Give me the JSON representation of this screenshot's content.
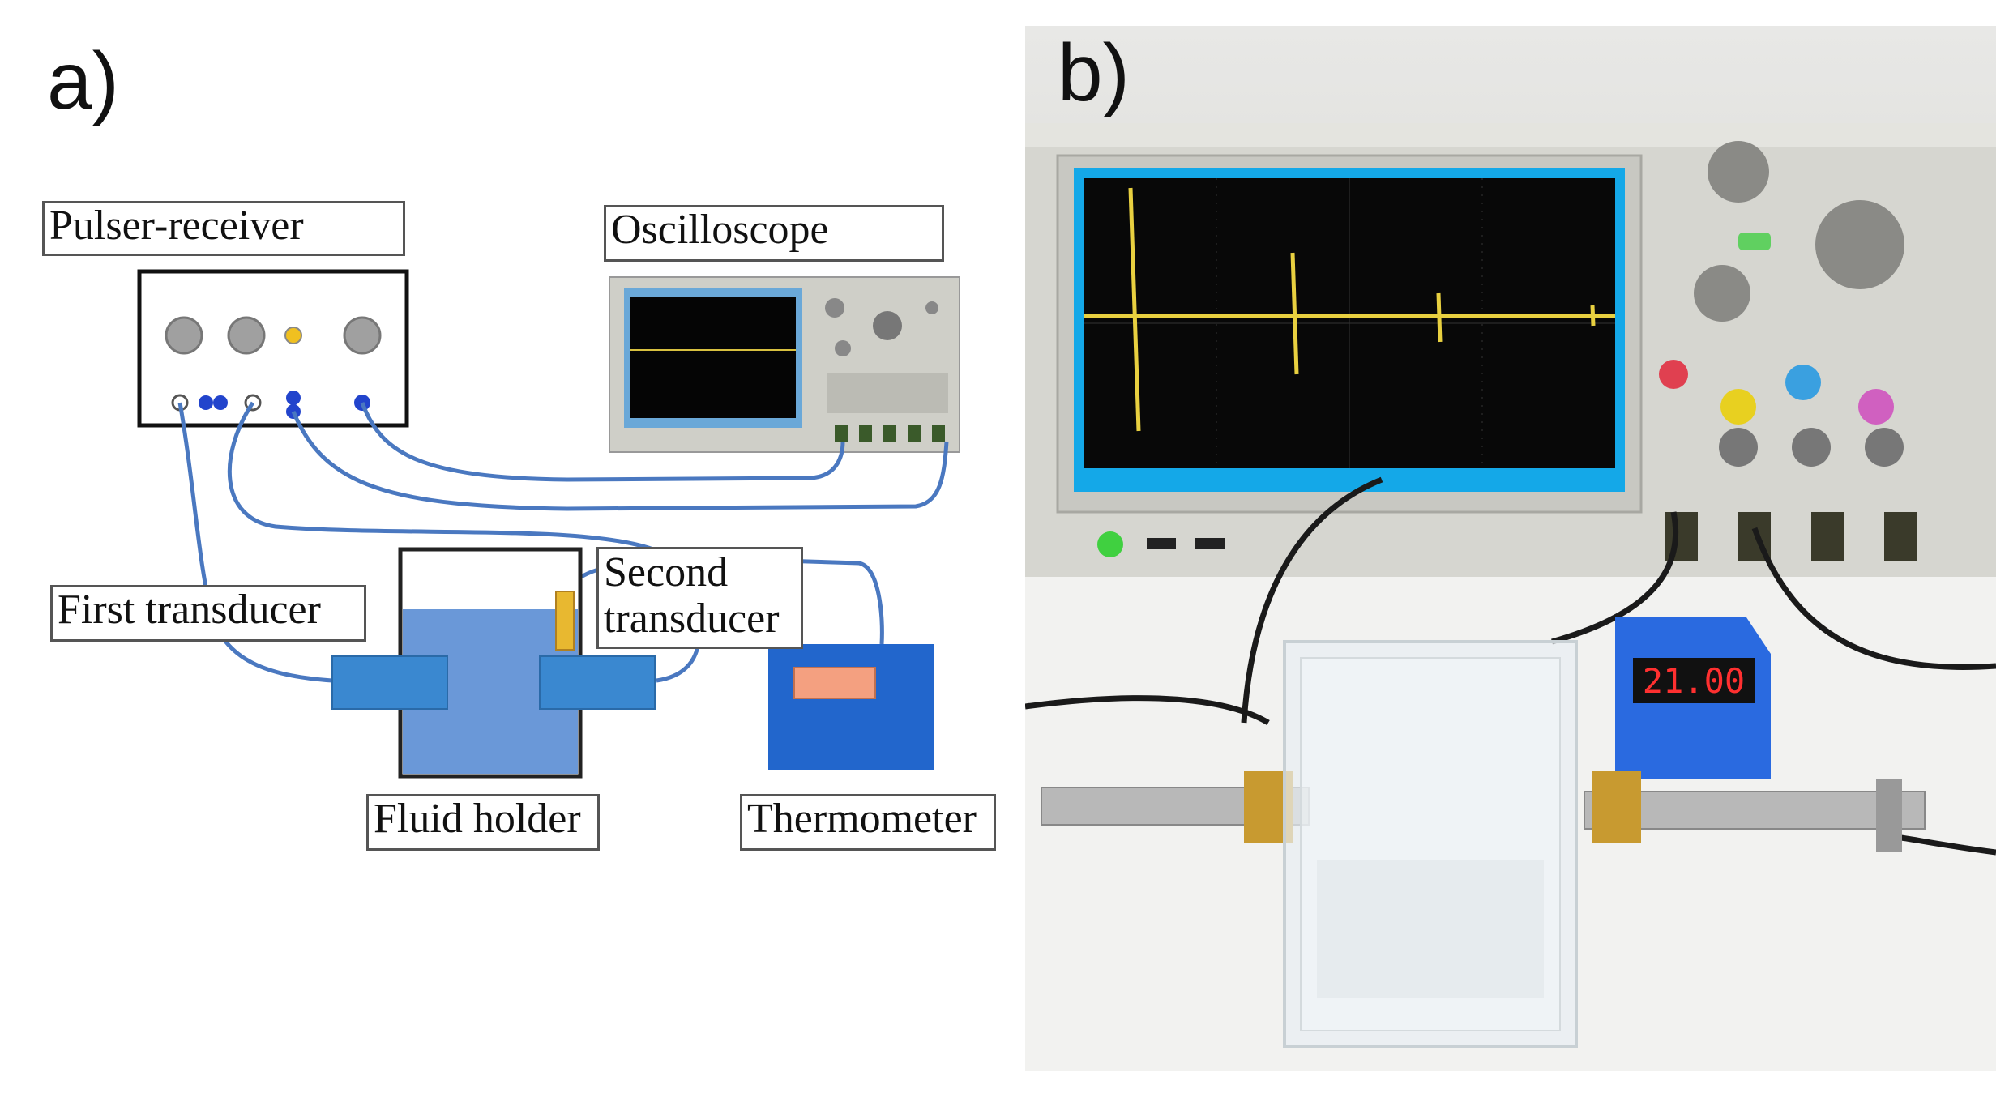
{
  "panels": {
    "a": {
      "letter": "a)"
    },
    "b": {
      "letter": "b)"
    }
  },
  "labels": {
    "pulser_receiver": "Pulser-receiver",
    "oscilloscope": "Oscilloscope",
    "first_transducer": "First transducer",
    "second_transducer": "Second transducer",
    "fluid_holder": "Fluid holder",
    "thermometer": "Thermometer"
  },
  "photo": {
    "thermometer_reading": "21.00"
  },
  "colors": {
    "cable": "#4a78c0",
    "fluid": "#6a98d8",
    "transducer": "#3a88d0",
    "thermometer_body": "#2266cc",
    "display": "#f4a080",
    "trace": "#e8d040",
    "screen": "#14a8e8"
  }
}
